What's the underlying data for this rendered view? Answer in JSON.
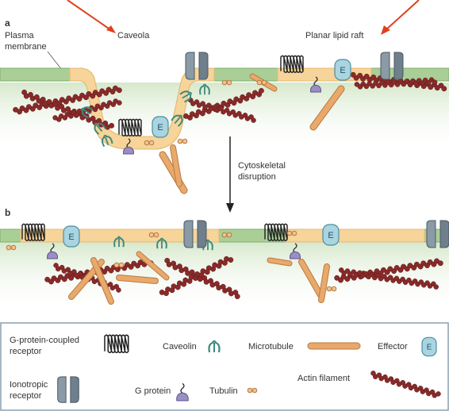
{
  "panels": {
    "a": "a",
    "b": "b"
  },
  "labels": {
    "plasma_membrane_line1": "Plasma",
    "plasma_membrane_line2": "membrane",
    "caveola": "Caveola",
    "planar_lipid_raft": "Planar lipid raft",
    "cytoskeletal_line1": "Cytoskeletal",
    "cytoskeletal_line2": "disruption"
  },
  "legend": {
    "gpcr_line1": "G-protein-coupled",
    "gpcr_line2": "receptor",
    "caveolin": "Caveolin",
    "microtubule": "Microtubule",
    "effector": "Effector",
    "effector_symbol": "E",
    "ionotropic_line1": "Ionotropic",
    "ionotropic_line2": "receptor",
    "g_protein": "G protein",
    "tubulin": "Tubulin",
    "actin_filament": "Actin filament"
  },
  "colors": {
    "membrane_green": "#a9cf97",
    "membrane_green_dark": "#7fae6a",
    "raft_yellow": "#f6d49a",
    "raft_yellow_dark": "#e8b870",
    "cytoplasm_green": "#dcebd2",
    "actin_red": "#8a2a2a",
    "microtubule_orange": "#e8a96a",
    "effector_blue": "#a9d4e0",
    "gprotein_purple": "#9a8fc2",
    "arrow_red": "#e0401c",
    "legend_border": "#8aa0b0"
  }
}
